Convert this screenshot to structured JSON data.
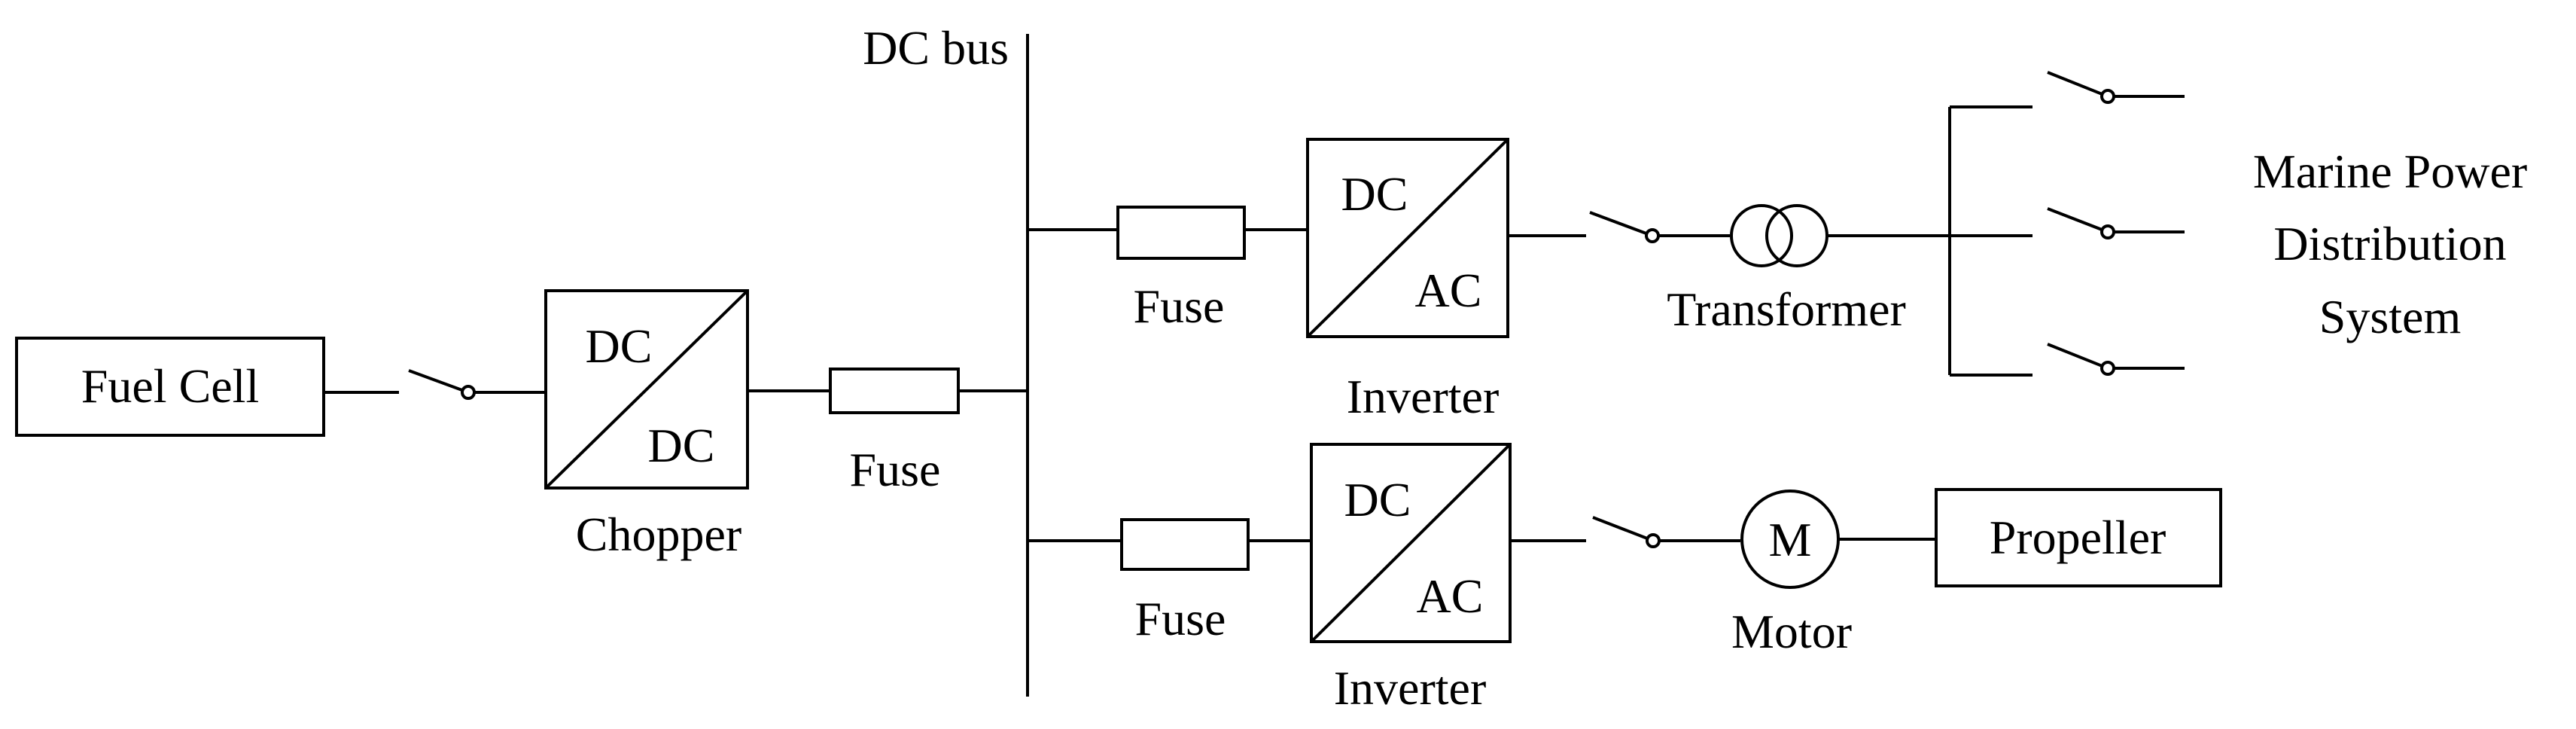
{
  "labels": {
    "dc_bus": "DC bus",
    "fuel_cell": "Fuel Cell",
    "chopper": {
      "input": "DC",
      "output": "DC",
      "caption": "Chopper"
    },
    "fuse_chopper": "Fuse",
    "fuse_upper": "Fuse",
    "fuse_lower": "Fuse",
    "inverter_upper": {
      "input": "DC",
      "output": "AC",
      "caption": "Inverter"
    },
    "inverter_lower": {
      "input": "DC",
      "output": "AC",
      "caption": "Inverter"
    },
    "transformer": "Transformer",
    "motor": {
      "symbol": "M",
      "caption": "Motor"
    },
    "propeller": "Propeller",
    "distribution": {
      "line1": "Marine Power",
      "line2": "Distribution",
      "line3": "System"
    }
  }
}
